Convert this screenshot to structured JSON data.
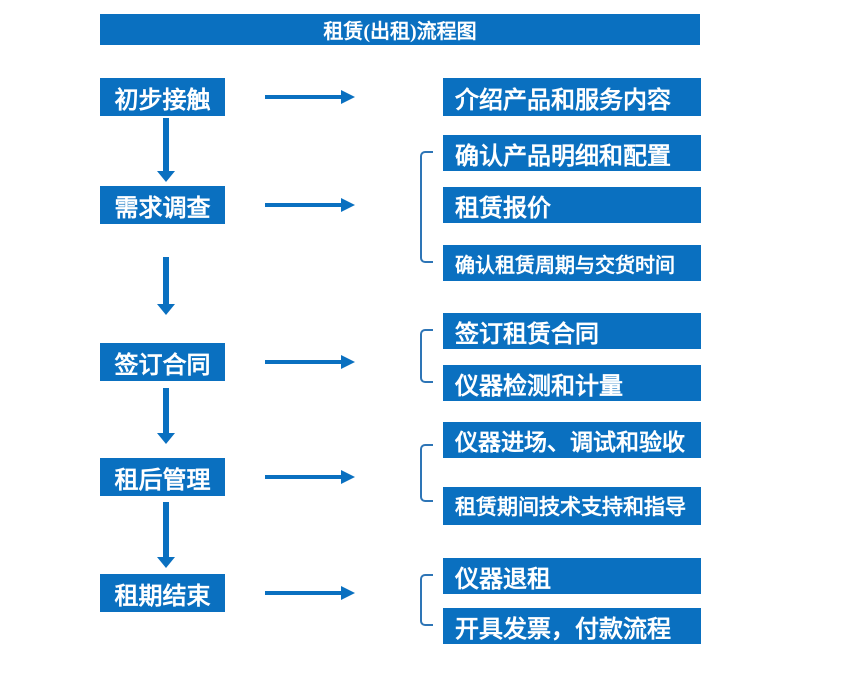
{
  "title": "租赁(出租)流程图",
  "colors": {
    "box_blue": "#0a70c0",
    "bracket_blue": "#2e75b6",
    "text_white": "#ffffff",
    "background": "#ffffff"
  },
  "steps": [
    {
      "label": "初步接触",
      "details": [
        "介绍产品和服务内容"
      ]
    },
    {
      "label": "需求调查",
      "details": [
        "确认产品明细和配置",
        "租赁报价",
        "确认租赁周期与交货时间"
      ]
    },
    {
      "label": "签订合同",
      "details": [
        "签订租赁合同",
        "仪器检测和计量"
      ]
    },
    {
      "label": "租后管理",
      "details": [
        "仪器进场、调试和验收",
        "租赁期间技术支持和指导"
      ]
    },
    {
      "label": "租期结束",
      "details": [
        "仪器退租",
        "开具发票，付款流程"
      ]
    }
  ]
}
